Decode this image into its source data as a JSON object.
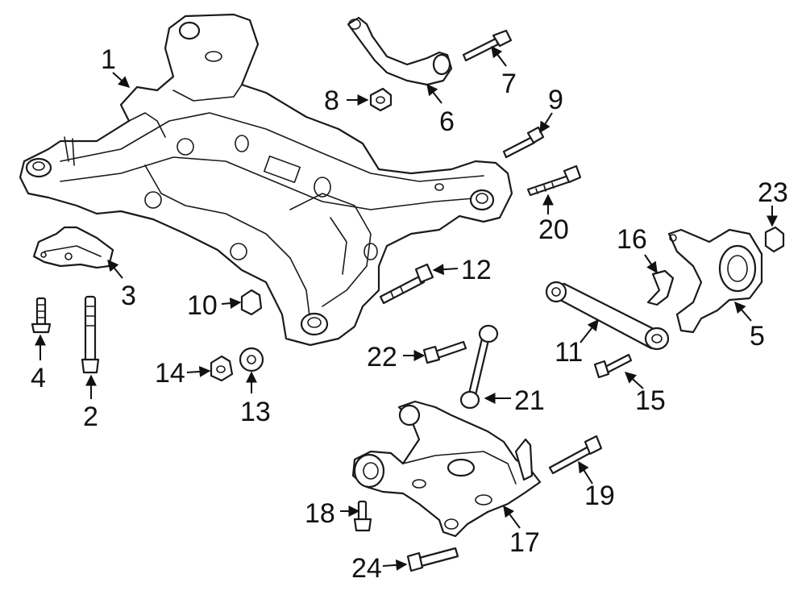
{
  "callouts": [
    {
      "id": "1",
      "label": "1"
    },
    {
      "id": "2",
      "label": "2"
    },
    {
      "id": "3",
      "label": "3"
    },
    {
      "id": "4",
      "label": "4"
    },
    {
      "id": "5",
      "label": "5"
    },
    {
      "id": "6",
      "label": "6"
    },
    {
      "id": "7",
      "label": "7"
    },
    {
      "id": "8",
      "label": "8"
    },
    {
      "id": "9",
      "label": "9"
    },
    {
      "id": "10",
      "label": "10"
    },
    {
      "id": "11",
      "label": "11"
    },
    {
      "id": "12",
      "label": "12"
    },
    {
      "id": "13",
      "label": "13"
    },
    {
      "id": "14",
      "label": "14"
    },
    {
      "id": "15",
      "label": "15"
    },
    {
      "id": "16",
      "label": "16"
    },
    {
      "id": "17",
      "label": "17"
    },
    {
      "id": "18",
      "label": "18"
    },
    {
      "id": "19",
      "label": "19"
    },
    {
      "id": "20",
      "label": "20"
    },
    {
      "id": "21",
      "label": "21"
    },
    {
      "id": "22",
      "label": "22"
    },
    {
      "id": "23",
      "label": "23"
    },
    {
      "id": "24",
      "label": "24"
    }
  ],
  "colors": {
    "line": "#111111",
    "background": "#ffffff"
  }
}
